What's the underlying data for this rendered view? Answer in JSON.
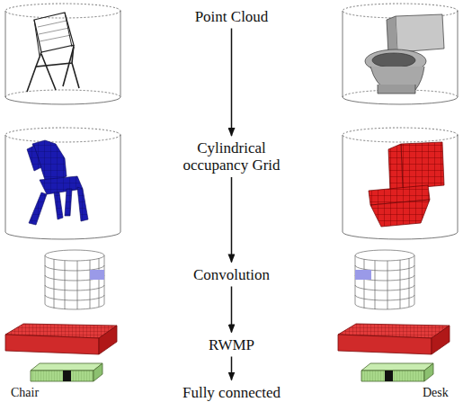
{
  "diagram": {
    "nodes": [
      {
        "text": [
          "Point Cloud"
        ]
      },
      {
        "text": [
          "Cylindrical occupancy Grid"
        ]
      },
      {
        "text": [
          "Convolution"
        ]
      },
      {
        "text": [
          "RWMP"
        ]
      },
      {
        "text": [
          "Fully connected"
        ]
      }
    ],
    "edges": [
      {
        "from": 0,
        "to": 1,
        "arrow": "to"
      },
      {
        "from": 1,
        "to": 2,
        "arrow": "to"
      },
      {
        "from": 2,
        "to": 3,
        "arrow": "to"
      },
      {
        "from": 3,
        "to": 4,
        "arrow": "to"
      }
    ],
    "labels": [
      "Chair",
      "Desk"
    ]
  }
}
